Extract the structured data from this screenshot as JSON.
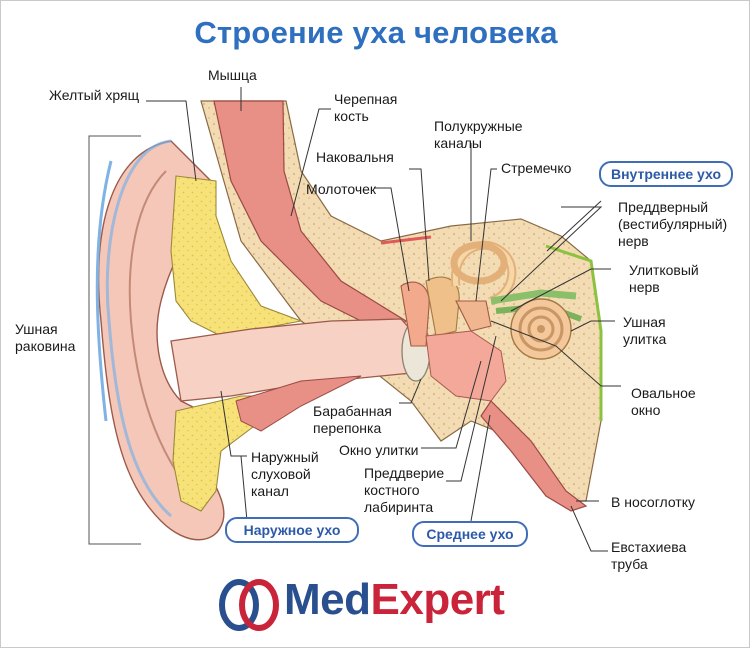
{
  "title": "Строение уха человека",
  "labels": {
    "yellow_cartilage": "Желтый хрящ",
    "muscle": "Мышца",
    "skull_bone_1": "Черепная",
    "skull_bone_2": "кость",
    "semicircular_1": "Полукружные",
    "semicircular_2": "каналы",
    "incus": "Наковальня",
    "stapes": "Стремечко",
    "malleus": "Молоточек",
    "vestibular_nerve_1": "Преддверный",
    "vestibular_nerve_2": "(вестибулярный)",
    "vestibular_nerve_3": "нерв",
    "cochlear_nerve_1": "Улитковый",
    "cochlear_nerve_2": "нерв",
    "auricle_1": "Ушная",
    "auricle_2": "раковина",
    "cochlea_1": "Ушная",
    "cochlea_2": "улитка",
    "oval_window_1": "Овальное",
    "oval_window_2": "окно",
    "eardrum_1": "Барабанная",
    "eardrum_2": "перепонка",
    "round_window": "Окно улитки",
    "ear_canal_1": "Наружный",
    "ear_canal_2": "слуховой",
    "ear_canal_3": "канал",
    "vestibule_1": "Преддверие",
    "vestibule_2": "костного",
    "vestibule_3": "лабиринта",
    "nasopharynx": "В носоглотку",
    "eustachian_1": "Евстахиева",
    "eustachian_2": "труба"
  },
  "sections": {
    "inner": "Внутреннее ухо",
    "outer": "Наружное ухо",
    "middle": "Среднее ухо"
  },
  "logo": {
    "part1": "Med",
    "part2": "Expert"
  },
  "colors": {
    "title": "#2f6fc0",
    "pill_border": "#3f6db8",
    "logo_blue": "#2a4f8f",
    "logo_red": "#c9243a"
  }
}
